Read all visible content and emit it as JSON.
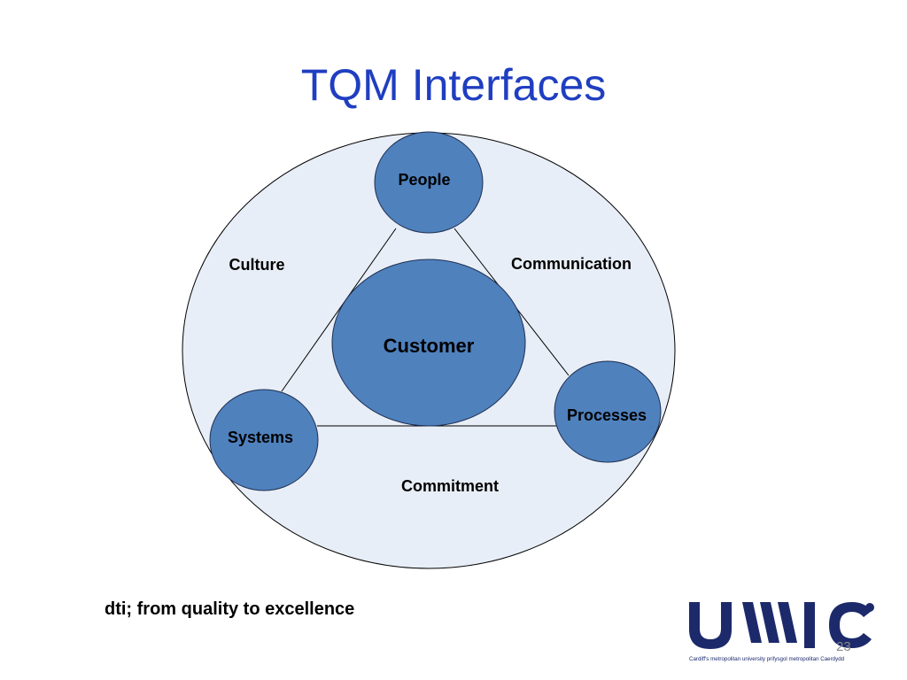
{
  "slide": {
    "title": "TQM Interfaces",
    "source_note": "dti; from quality to excellence",
    "page_number": "23"
  },
  "diagram": {
    "center": "Customer",
    "nodes": {
      "top": "People",
      "bottom_left": "Systems",
      "bottom_right": "Processes"
    },
    "regions": {
      "upper_left": "Culture",
      "upper_right": "Communication",
      "bottom": "Commitment"
    },
    "colors": {
      "node_fill": "#4f81bd",
      "outer_fill": "#e8eef7",
      "title": "#1f3ec1",
      "logo": "#1c2a6b"
    }
  },
  "logo": {
    "name": "UWIC",
    "wordmark": "UWIC",
    "tagline": "Cardiff's metropolitan university  prifysgol metropolitan Caerdydd"
  }
}
